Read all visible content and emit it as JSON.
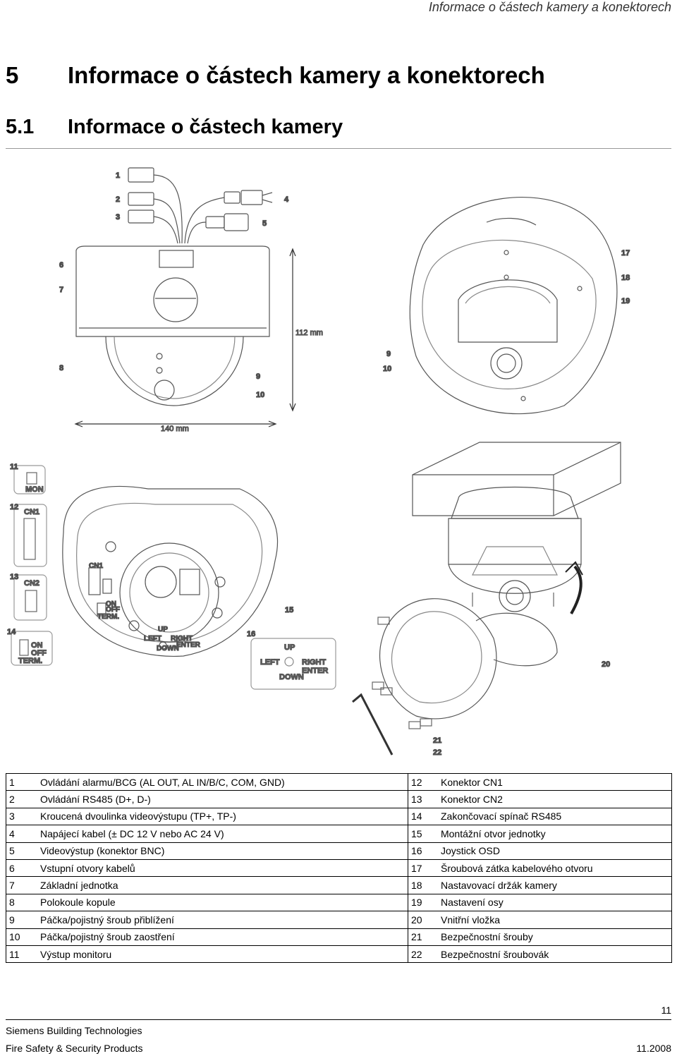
{
  "running_header": "Informace o částech kamery a konektorech",
  "heading1": {
    "number": "5",
    "title": "Informace o částech kamery a konektorech"
  },
  "heading2": {
    "number": "5.1",
    "title": "Informace o částech kamery"
  },
  "figure": {
    "dimension_height": "112 mm",
    "dimension_width": "140 mm",
    "callouts": [
      "1",
      "2",
      "3",
      "4",
      "5",
      "6",
      "7",
      "8",
      "9",
      "10",
      "11",
      "12",
      "13",
      "14",
      "15",
      "16",
      "17",
      "18",
      "19",
      "20",
      "21",
      "22"
    ],
    "switch_labels": {
      "mon": "MON",
      "cn1": "CN1",
      "cn2": "CN2",
      "on": "ON",
      "off": "OFF",
      "term": "TERM.",
      "up": "UP",
      "down": "DOWN",
      "left": "LEFT",
      "right": "RIGHT",
      "enter": "ENTER"
    }
  },
  "legend": {
    "rows": [
      {
        "num_left": "1",
        "text_left": "Ovládání alarmu/BCG (AL OUT, AL IN/B/C, COM, GND)",
        "num_right": "12",
        "text_right": "Konektor CN1"
      },
      {
        "num_left": "2",
        "text_left": "Ovládání RS485 (D+, D-)",
        "num_right": "13",
        "text_right": "Konektor CN2"
      },
      {
        "num_left": "3",
        "text_left": "Kroucená dvoulinka videovýstupu (TP+, TP-)",
        "num_right": "14",
        "text_right": "Zakončovací spínač RS485"
      },
      {
        "num_left": "4",
        "text_left": "Napájecí kabel (± DC 12 V nebo AC 24 V)",
        "num_right": "15",
        "text_right": "Montážní otvor jednotky"
      },
      {
        "num_left": "5",
        "text_left": "Videovýstup (konektor BNC)",
        "num_right": "16",
        "text_right": "Joystick OSD"
      },
      {
        "num_left": "6",
        "text_left": "Vstupní otvory kabelů",
        "num_right": "17",
        "text_right": "Šroubová zátka kabelového otvoru"
      },
      {
        "num_left": "7",
        "text_left": "Základní jednotka",
        "num_right": "18",
        "text_right": "Nastavovací držák kamery"
      },
      {
        "num_left": "8",
        "text_left": "Polokoule kopule",
        "num_right": "19",
        "text_right": "Nastavení osy"
      },
      {
        "num_left": "9",
        "text_left": "Páčka/pojistný šroub přiblížení",
        "num_right": "20",
        "text_right": "Vnitřní vložka"
      },
      {
        "num_left": "10",
        "text_left": "Páčka/pojistný šroub zaostření",
        "num_right": "21",
        "text_right": "Bezpečnostní šrouby"
      },
      {
        "num_left": "11",
        "text_left": "Výstup monitoru",
        "num_right": "22",
        "text_right": "Bezpečnostní šroubovák"
      }
    ]
  },
  "page_number": "11",
  "footer": {
    "company": "Siemens Building Technologies",
    "division": "Fire Safety & Security Products",
    "date": "11.2008"
  }
}
